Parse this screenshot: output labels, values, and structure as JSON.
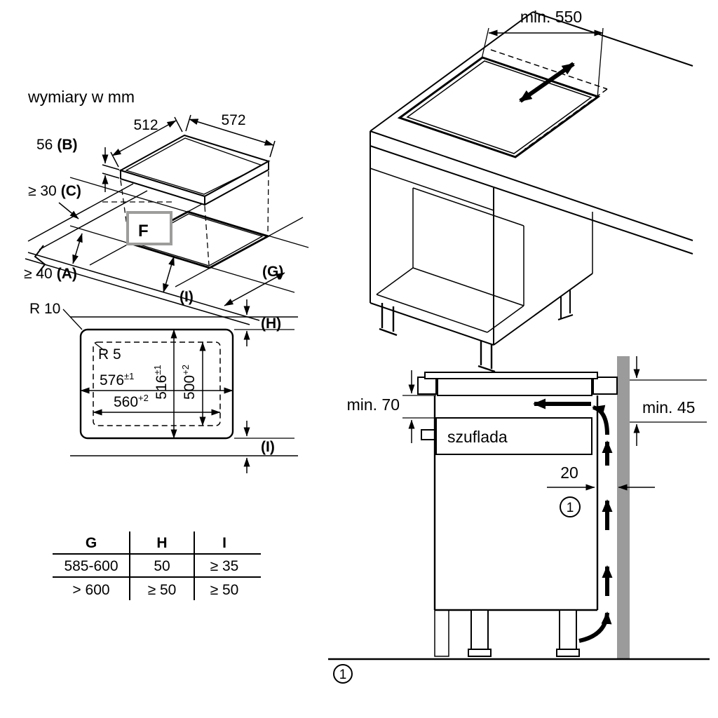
{
  "meta": {
    "background": "#ffffff",
    "line_color": "#000000",
    "accent_gray": "#9d9d9c",
    "drawer_gray": "#d8d8d8",
    "worktop_gray": "#c8c8c8"
  },
  "header": {
    "units_label": "wymiary w mm"
  },
  "hob_view": {
    "width_left": "512",
    "width_right": "572",
    "height": "56",
    "height_label": "(B)",
    "clearance_back": "≥ 30",
    "clearance_back_label": "(C)",
    "clearance_front": "≥ 40",
    "clearance_front_label": "(A)",
    "label_g": "(G)",
    "label_i": "(I)",
    "label_f": "F"
  },
  "cutout_view": {
    "corner_radius_outer": "R 10",
    "corner_radius_inner": "R 5",
    "outer_width": "576",
    "outer_width_tol": "±1",
    "inner_width": "560",
    "inner_width_tol": "+2",
    "outer_depth": "516",
    "outer_depth_tol": "±1",
    "inner_depth": "500",
    "inner_depth_tol": "+2",
    "label_h": "(H)",
    "label_i": "(I)"
  },
  "clearance_table": {
    "headers": [
      "G",
      "H",
      "I"
    ],
    "rows": [
      [
        "585-600",
        "50",
        "≥ 35"
      ],
      [
        "> 600",
        "≥ 50",
        "≥ 50"
      ]
    ]
  },
  "worktop_view": {
    "min_depth": "min. 550"
  },
  "section_view": {
    "min_gap_below": "min. 70",
    "min_gap_side": "min. 45",
    "drawer_label": "szuflada",
    "wall_gap": "20",
    "vent_marker": "1"
  },
  "footnote": {
    "marker": "1"
  }
}
